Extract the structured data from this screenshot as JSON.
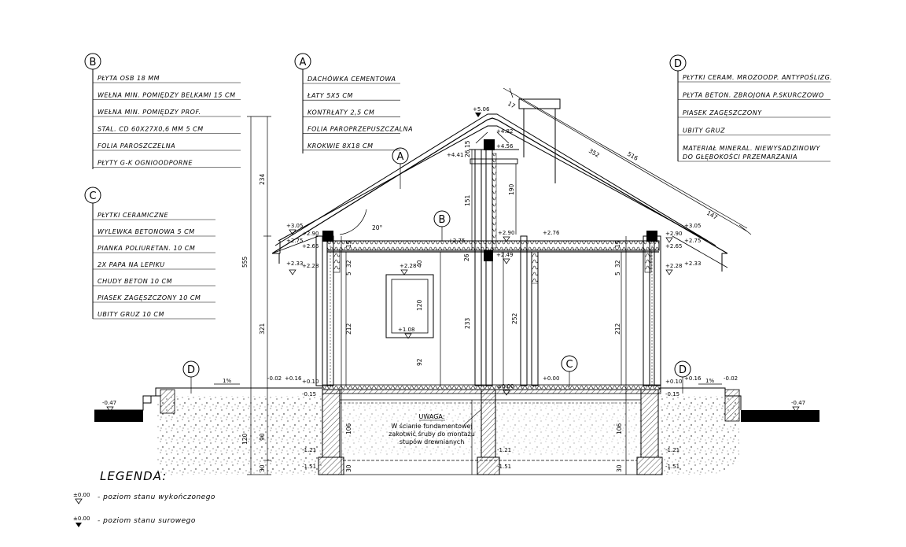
{
  "callouts": {
    "B": {
      "letter": "B",
      "items": [
        "PŁYTA OSB 18 MM",
        "WEŁNA MIN. POMIĘDZY BELKAMI 15 CM",
        "WEŁNA MIN. POMIĘDZY PROF.",
        "STAL. CD 60X27X0,6 MM 5 CM",
        "FOLIA PAROSZCZELNA",
        "PŁYTY G-K OGNIOODPORNE"
      ]
    },
    "C": {
      "letter": "C",
      "items": [
        "PŁYTKI CERAMICZNE",
        "WYLEWKA BETONOWA 5 CM",
        "PIANKA POLIURETAN. 10 CM",
        "2X PAPA NA LEPIKU",
        "CHUDY BETON 10 CM",
        "PIASEK ZAGĘSZCZONY 10 CM",
        "UBITY GRUZ 10 CM"
      ]
    },
    "A": {
      "letter": "A",
      "items": [
        "DACHÓWKA CEMENTOWA",
        "ŁATY 5X5 CM",
        "KONTRŁATY 2,5 CM",
        "FOLIA PAROPRZEPUSZCZALNA",
        "KROKWIE 8X18 CM"
      ]
    },
    "D": {
      "letter": "D",
      "items": [
        "PŁYTKI CERAM. MROZOODP. ANTYPOŚLIZG.",
        "PŁYTA BETON. ZBROJONA P.SKURCZOWO",
        "PIASEK ZAGĘSZCZONY",
        "UBITY GRUZ",
        "MATERIAŁ MINERAL. NIEWYSADZINOWY",
        "DO GŁĘBOKOŚCI PRZEMARZANIA"
      ]
    }
  },
  "section_markers": {
    "A": "A",
    "B": "B",
    "C": "C",
    "D_left": "D",
    "D_right": "D"
  },
  "elevations": {
    "ridge": "+5.06",
    "e482": "+4.82",
    "e456": "+4.56",
    "e441": "+4.41",
    "eaves_l": "+3.05",
    "e290_l": "+2.90",
    "e275_l": "+2.75",
    "e265_l": "+2.65",
    "e233_l": "+2.33",
    "e228_l": "+2.28",
    "e275_c": "+2.75",
    "e290_c": "+2.90",
    "e276_c": "+2.76",
    "e249_c": "+2.49",
    "eaves_r": "+3.05",
    "e290_r": "+2.90",
    "e275_r": "+2.75",
    "e265_r": "+2.65",
    "e233_r": "+2.33",
    "e228_r": "+2.28",
    "win_top": "+2.28",
    "win_bot": "+1.08",
    "floor_c": "±0.00",
    "floor_r": "+0.00",
    "m002_l": "-0.02",
    "p016_l": "+0.16",
    "p010_l": "+0.10",
    "m015_l": "-0.15",
    "p010_r": "+0.10",
    "p016_r": "+0.16",
    "m002_r": "-0.02",
    "m015_r": "-0.15",
    "m047_l": "-0.47",
    "m047_r": "-0.47",
    "m121_l": "-1.21",
    "m151_l": "-1.51",
    "m121_c": "-1.21",
    "m151_c": "-1.51",
    "m121_r": "-1.21",
    "m151_r": "-1.51",
    "slope_l": "1%",
    "slope_r": "1%"
  },
  "dimensions": {
    "d555": "555",
    "d234": "234",
    "d321": "321",
    "d120_l": "120",
    "d90_l": "90",
    "d30_l": "30",
    "d15": "15",
    "d26": "26",
    "d151": "151",
    "d190": "190",
    "d20": "20°",
    "d5_l": "5",
    "d32_l": "32",
    "d15_l": "15",
    "d212_l": "212",
    "d26_c": "26",
    "d40": "40",
    "d233": "233",
    "d252": "252",
    "d120_w": "120",
    "d92": "92",
    "d5_r": "5",
    "d32_r": "32",
    "d15_r": "15",
    "d212_r": "212",
    "d106_l": "106",
    "d30_lb": "30",
    "d106_r": "106",
    "d30_rb": "30",
    "d17": "17",
    "d352": "352",
    "d516": "516",
    "d147": "147"
  },
  "note": {
    "line1": "UWAGA:",
    "line2": "W ścianie fundamentowej",
    "line3": "zakotwić śruby do montażu",
    "line4": "stupów drewnianych"
  },
  "legend": {
    "title": "LEGENDA:",
    "finished_mark": "±0.00",
    "finished_desc": "- poziom stanu wykończonego",
    "raw_mark": "±0.00",
    "raw_desc": "- poziom stanu surowego"
  }
}
